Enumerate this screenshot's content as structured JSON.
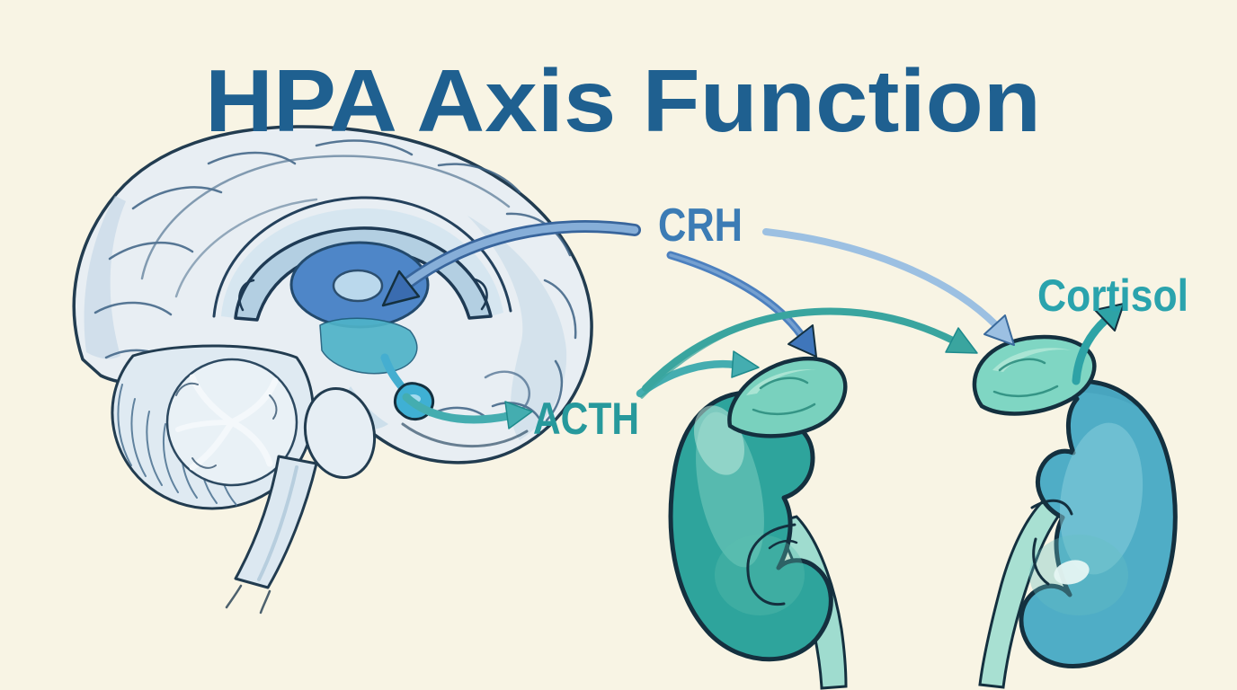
{
  "figure": {
    "type": "medical-illustration-diagram",
    "title": {
      "text": "HPA Axis Function",
      "color": "#1f6090"
    },
    "background": "#f8f4e4",
    "labels": {
      "crh": {
        "text": "CRH",
        "color": "#3c7cb5"
      },
      "acth": {
        "text": "ACTH",
        "color": "#27999c"
      },
      "cortisol": {
        "text": "Cortisol",
        "color": "#2aa3ad"
      }
    },
    "structures": {
      "brain": {
        "base": "#e8eef3",
        "shade": "#c3d8e6",
        "corpus_callosum": "#b3cfe2",
        "thalamus": "#4e86c8",
        "fornix_highlight": "#bad8ec",
        "hypothalamus": "#4fb3c8",
        "pituitary": "#3fb0d4",
        "cerebellum": "#dfeaf2",
        "ink": "#223c50"
      },
      "kidney_left": {
        "body": "#2ea49c",
        "adrenal": "#79d1be",
        "ureter": "#9fdccf"
      },
      "kidney_right": {
        "body": "#4fadc6",
        "adrenal": "#7fd6c3",
        "ureter": "#a8e0d2"
      },
      "ink_outline": "#14303f"
    },
    "arrows": [
      {
        "name": "crh-to-hypothalamus",
        "color": "#86aed8",
        "head": "#3a6cb0"
      },
      {
        "name": "crh-to-left-adrenal",
        "color": "#4c80bf",
        "head": "#3f76bb"
      },
      {
        "name": "crh-to-right-adrenal",
        "color": "#9cc0e2",
        "head": "#9cc0e2"
      },
      {
        "name": "pituitary-to-acth",
        "color": "#44adb0",
        "head": "#44adb0"
      },
      {
        "name": "acth-to-left-adrenal",
        "color": "#44adb0",
        "head": "#44adb0"
      },
      {
        "name": "acth-to-right-adrenal",
        "color": "#3aa59f",
        "head": "#3aa59f"
      },
      {
        "name": "adrenal-to-cortisol",
        "color": "#2ea3a6",
        "head": "#2ea3a6"
      }
    ]
  }
}
